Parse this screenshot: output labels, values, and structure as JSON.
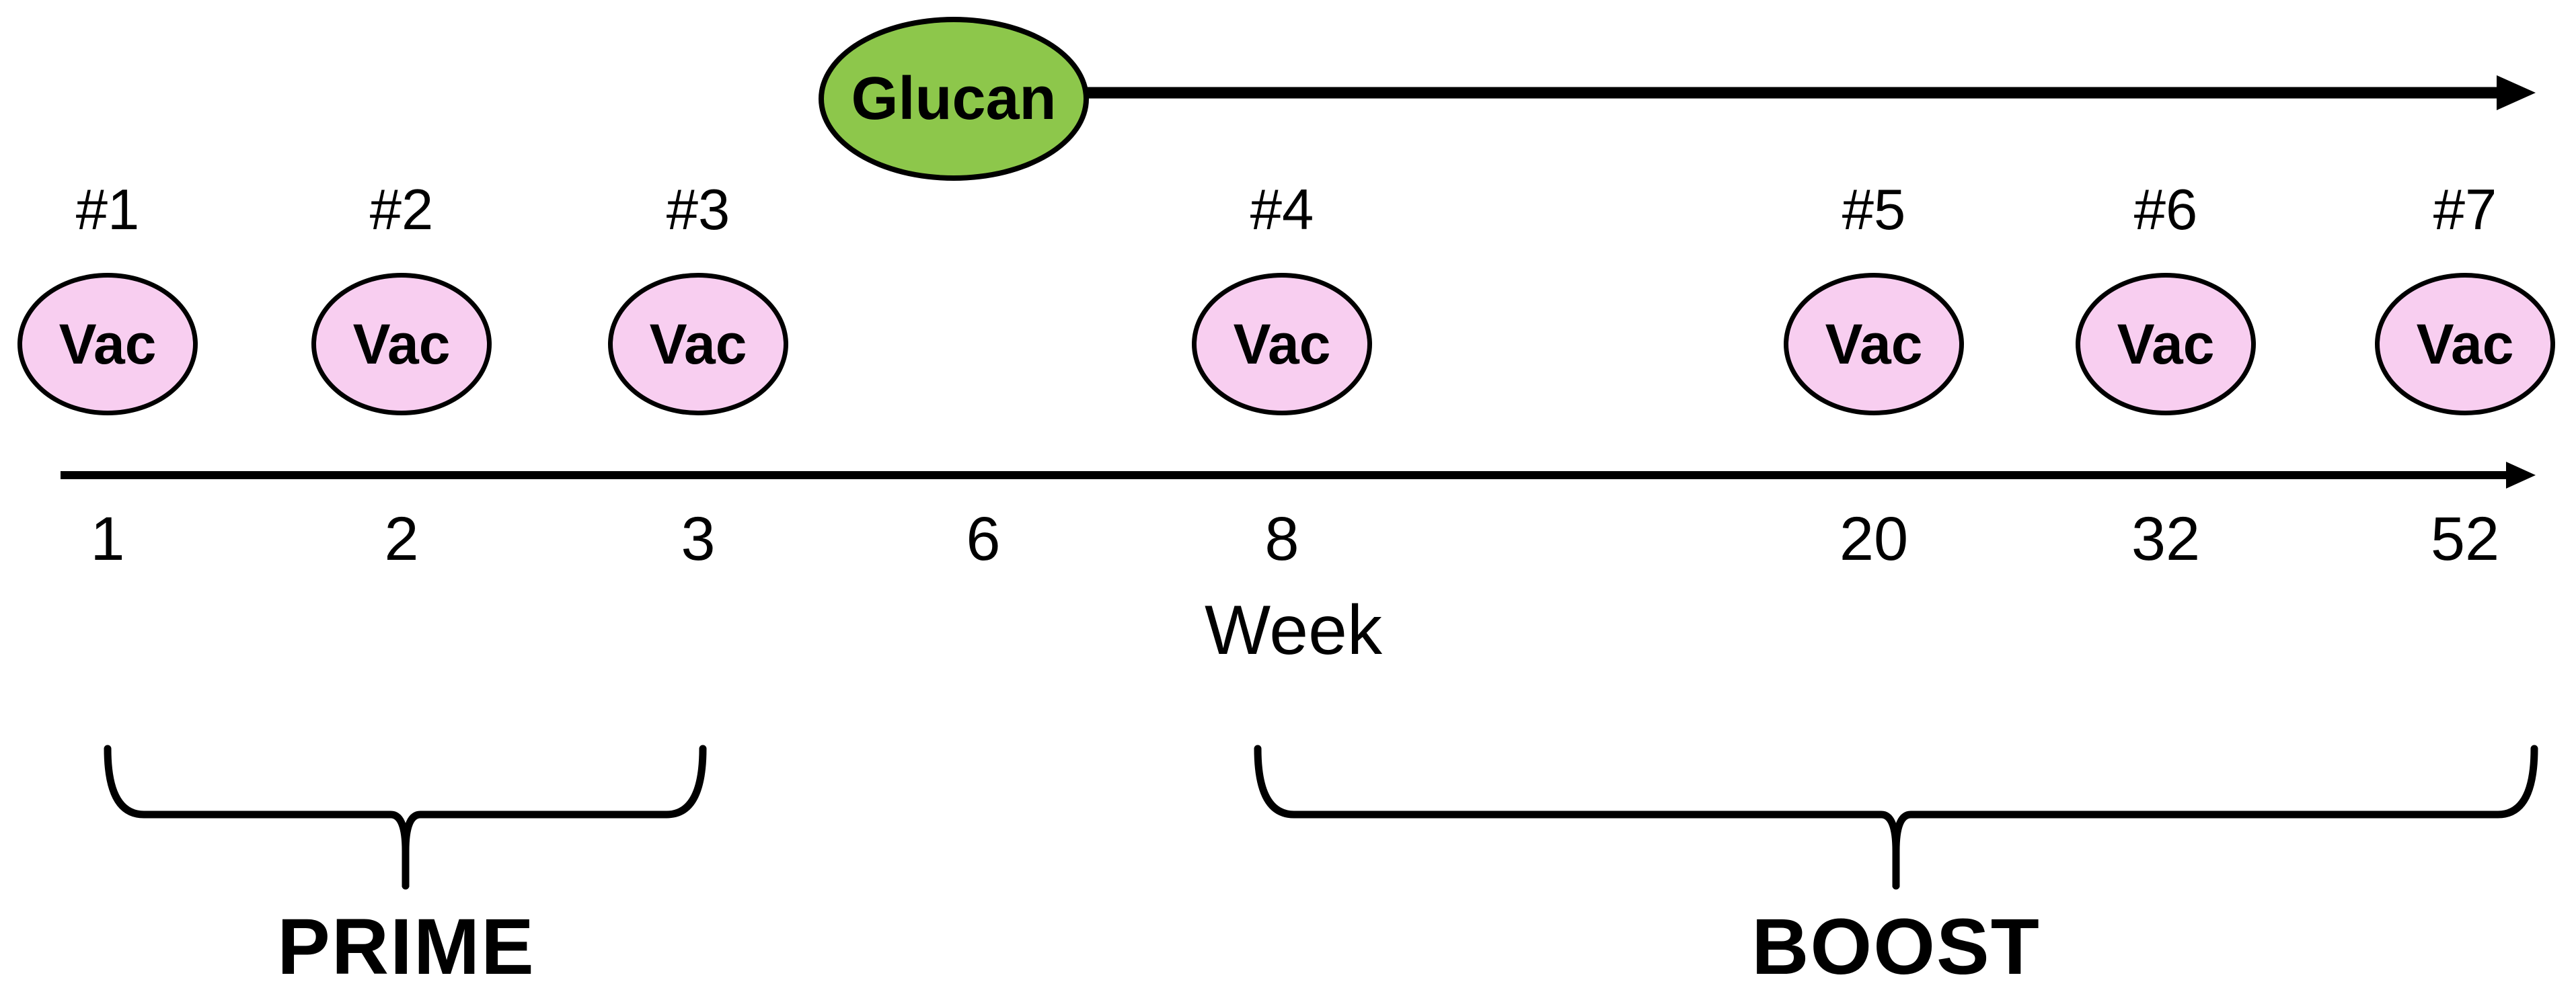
{
  "glucan": {
    "label": "Glucan"
  },
  "vaccines": [
    {
      "id": "#1",
      "label": "Vac",
      "week": "1"
    },
    {
      "id": "#2",
      "label": "Vac",
      "week": "2"
    },
    {
      "id": "#3",
      "label": "Vac",
      "week": "3"
    },
    {
      "id": "#4",
      "label": "Vac",
      "week": "8"
    },
    {
      "id": "#5",
      "label": "Vac",
      "week": "20"
    },
    {
      "id": "#6",
      "label": "Vac",
      "week": "32"
    },
    {
      "id": "#7",
      "label": "Vac",
      "week": "52"
    }
  ],
  "timeline": {
    "axis_label": "Week",
    "ticks": [
      "1",
      "2",
      "3",
      "6",
      "8",
      "20",
      "32",
      "52"
    ]
  },
  "phases": [
    {
      "label": "PRIME",
      "covers_weeks": "1-3"
    },
    {
      "label": "BOOST",
      "covers_weeks": "8-52"
    }
  ],
  "colors": {
    "glucan_fill": "#8dc74b",
    "vac_fill": "#f8cef0",
    "line": "#000000",
    "background": "#ffffff"
  }
}
